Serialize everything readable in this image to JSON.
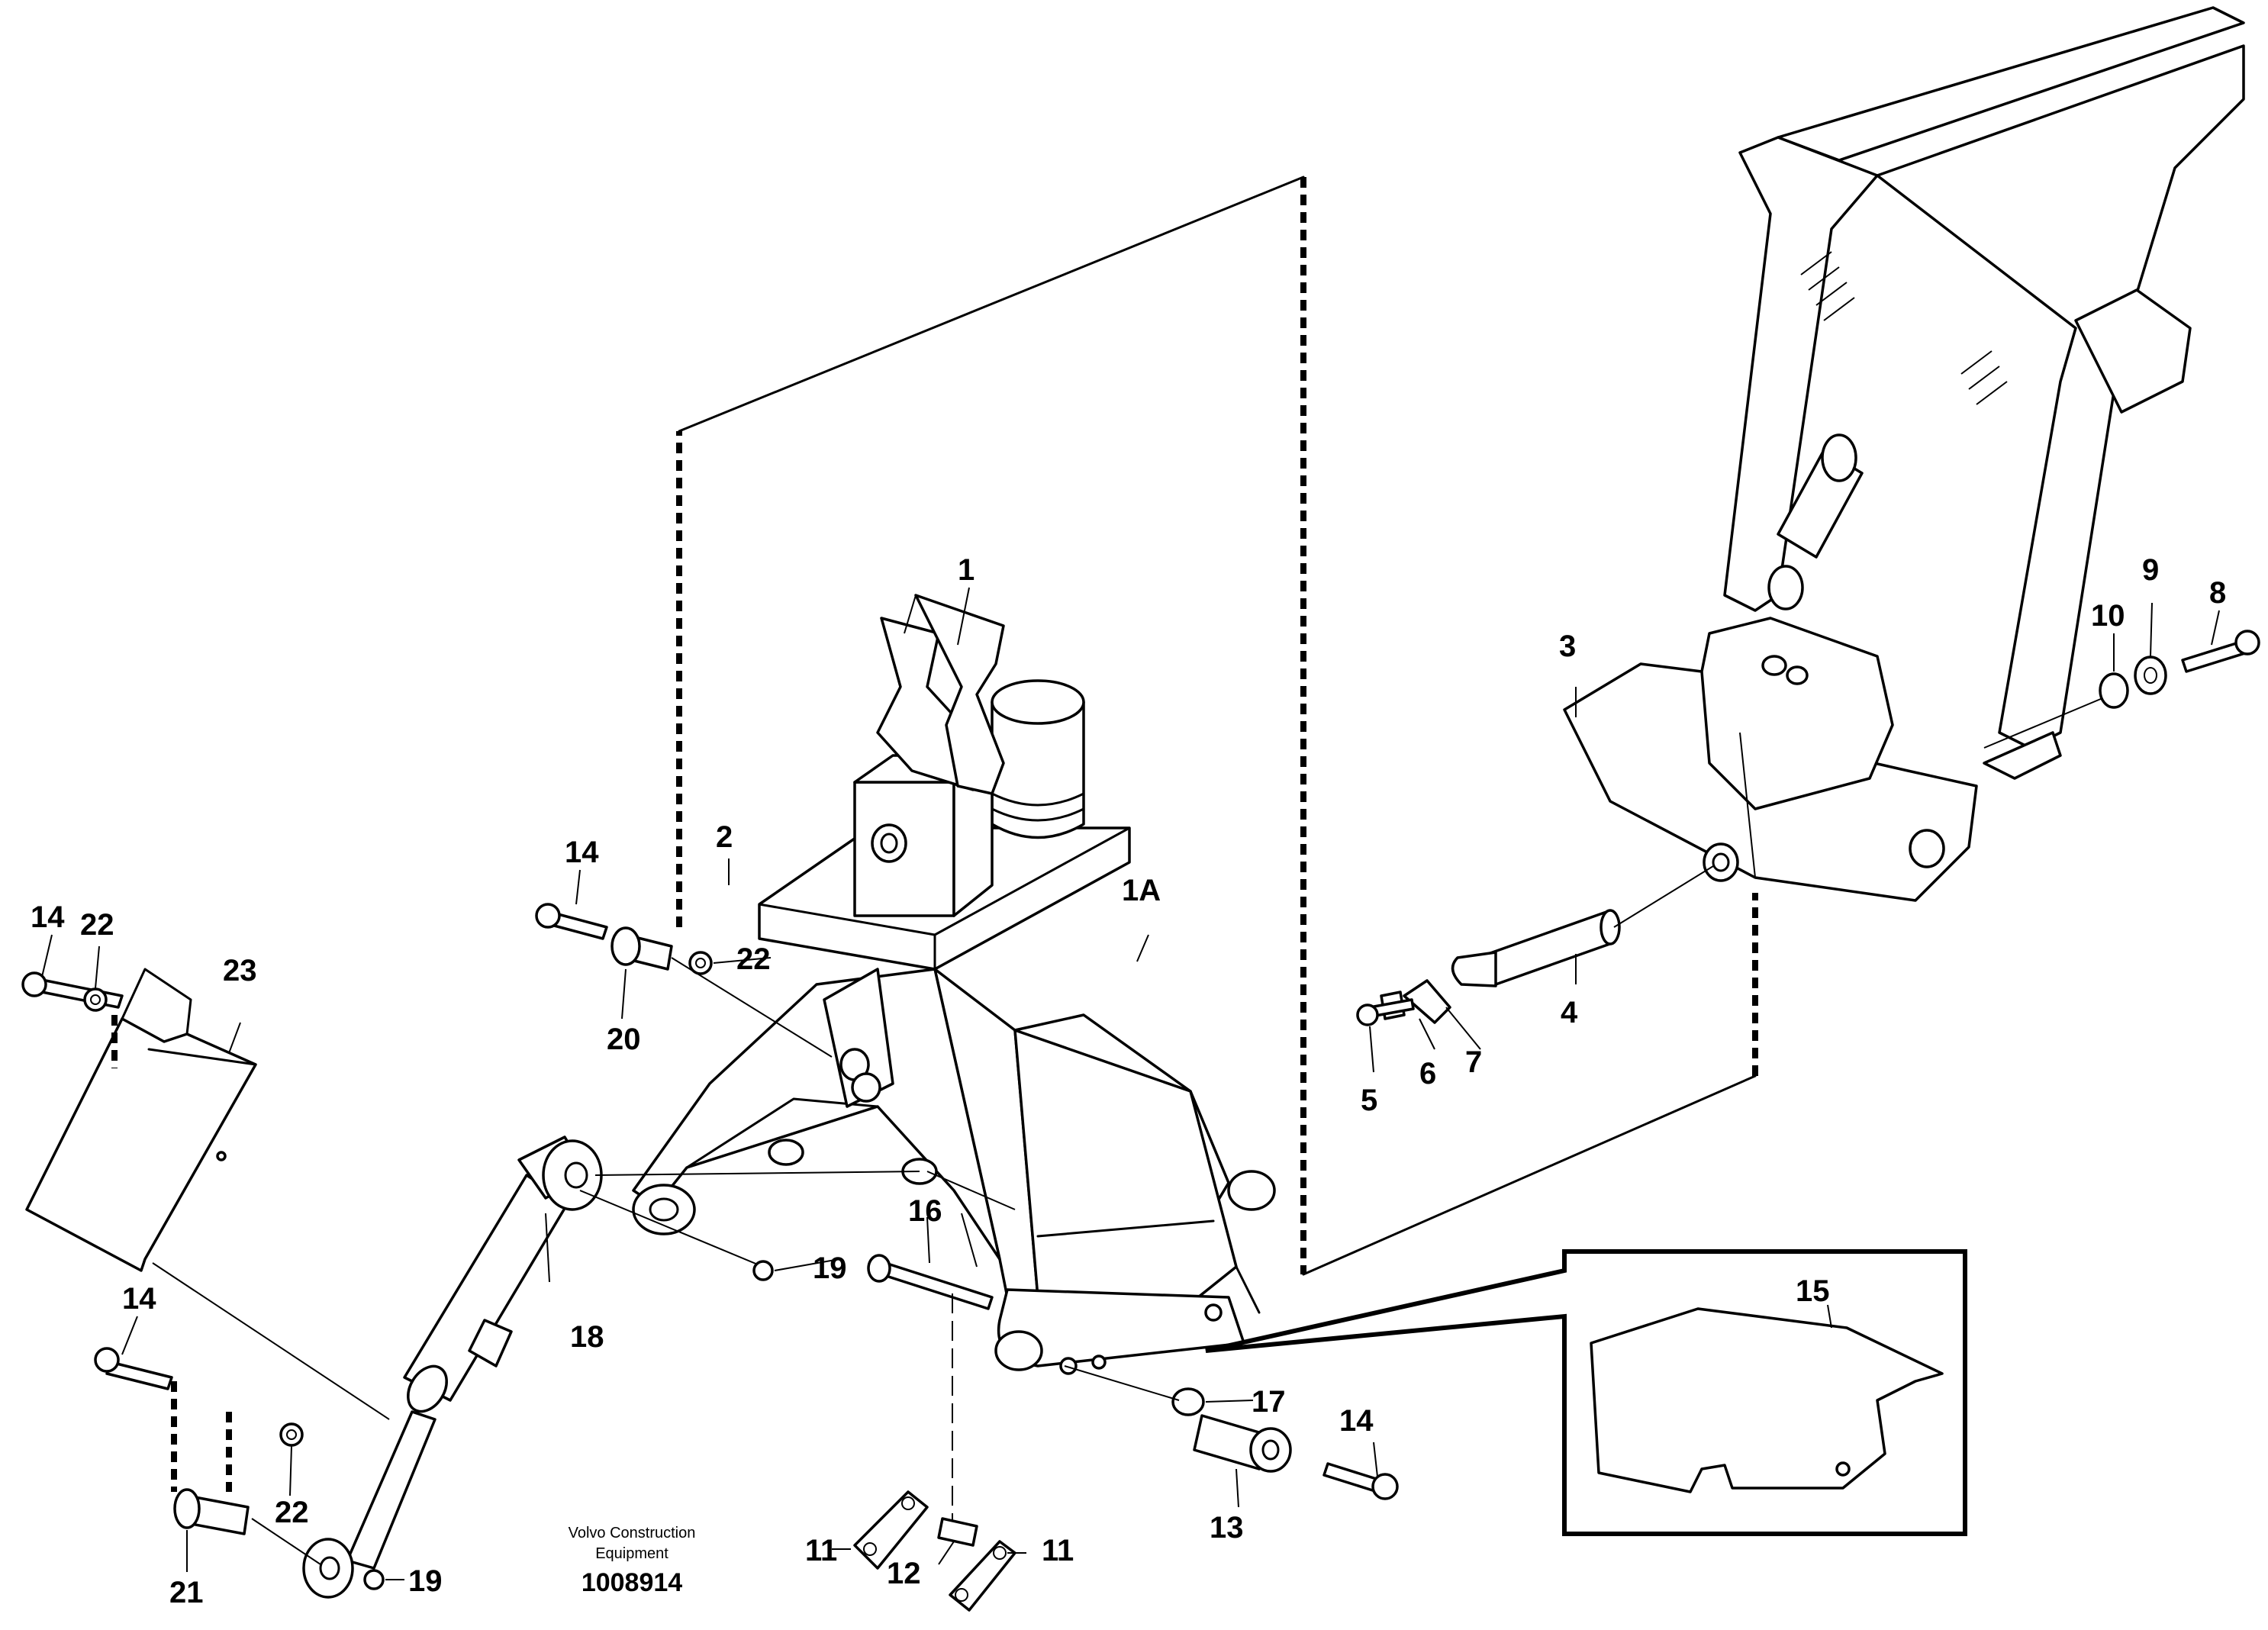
{
  "drawing": {
    "caption_line1": "Volvo Construction",
    "caption_line2": "Equipment",
    "document_number": "1008914"
  },
  "callouts": [
    "1",
    "1A",
    "2",
    "3",
    "4",
    "5",
    "6",
    "7",
    "8",
    "9",
    "10",
    "11",
    "12",
    "13",
    "14",
    "15",
    "16",
    "17",
    "18",
    "19",
    "20",
    "21",
    "22",
    "23"
  ]
}
